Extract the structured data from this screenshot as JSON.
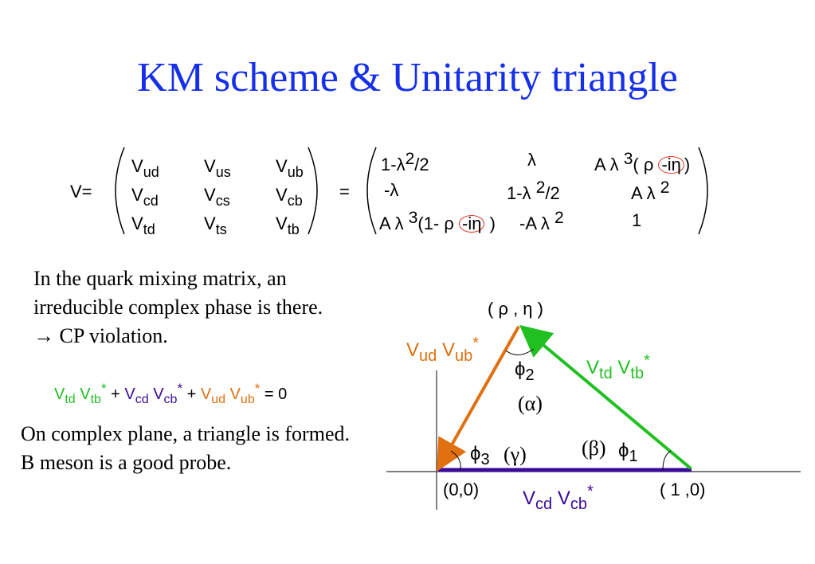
{
  "slide": {
    "title": "KM scheme & Unitarity triangle"
  },
  "matrix": {
    "lhs": "V=",
    "equals": "=",
    "ckm": [
      [
        "V_ud",
        "V_us",
        "V_ub"
      ],
      [
        "V_cd",
        "V_cs",
        "V_cb"
      ],
      [
        "V_td",
        "V_ts",
        "V_tb"
      ]
    ],
    "wolfenstein": [
      [
        "1-λ²/2",
        "λ",
        "Aλ³(ρ-iη)"
      ],
      [
        "-λ",
        "1-λ²/2",
        "Aλ²"
      ],
      [
        "Aλ³(1-ρ-iη)",
        "-Aλ²",
        "1"
      ]
    ],
    "V": "V",
    "ud": "ud",
    "us": "us",
    "ub": "ub",
    "cd": "cd",
    "cs": "cs",
    "cb": "cb",
    "td": "td",
    "ts": "ts",
    "tb": "tb",
    "r1c1_a": "1-",
    "r1c1_b": "λ",
    "r1c1_exp": "2",
    "r1c1_c": "/2",
    "r1c2": "λ",
    "r1c3_a": "A λ ",
    "r1c3_exp": "3",
    "r1c3_b": "( ρ ",
    "r1c3_circ": "-iη",
    "r1c3_c": ")",
    "r2c1": "-λ",
    "r2c2_a": "1-λ ",
    "r2c2_exp": "2",
    "r2c2_b": "/2",
    "r2c3_a": "A λ ",
    "r2c3_exp": "2",
    "r3c1_a": "A λ ",
    "r3c1_exp": "3",
    "r3c1_b": "(1- ρ ",
    "r3c1_circ": "-iη",
    "r3c1_c": " )",
    "r3c2_a": "-A λ ",
    "r3c2_exp": "2",
    "r3c3": "1"
  },
  "text": {
    "line1": "In the quark mixing matrix, an",
    "line2": "irreducible complex phase is there.",
    "line3": "→ CP violation.",
    "line4": "On complex plane, a triangle is formed.",
    "line5": "B meson is a good probe."
  },
  "relation": {
    "V": "V",
    "td": "td",
    "tb": "tb",
    "cd": "cd",
    "cb": "cb",
    "ud": "ud",
    "ub": "ub",
    "star": "*",
    "plus": "+",
    "rhs": "= 0"
  },
  "triangle": {
    "apex_label": "( ρ , η )",
    "origin_label": "(0,0)",
    "unit_label": "( 1 ,0)",
    "phi": "ϕ",
    "phi1_sub": "1",
    "phi2_sub": "2",
    "phi3_sub": "3",
    "alpha": "(α)",
    "beta": "(β)",
    "gamma": "(γ)",
    "side_left": {
      "V": "V",
      "a": "ud",
      "b": "ub",
      "star": "*"
    },
    "side_right": {
      "V": "V",
      "a": "td",
      "b": "tb",
      "star": "*"
    },
    "side_bottom": {
      "V": "V",
      "a": "cd",
      "b": "cb",
      "star": "*"
    }
  },
  "colors": {
    "title": "#1530e8",
    "orange": "#e07010",
    "green": "#20c020",
    "purple": "#3a0a9a",
    "circle": "#e03020"
  }
}
